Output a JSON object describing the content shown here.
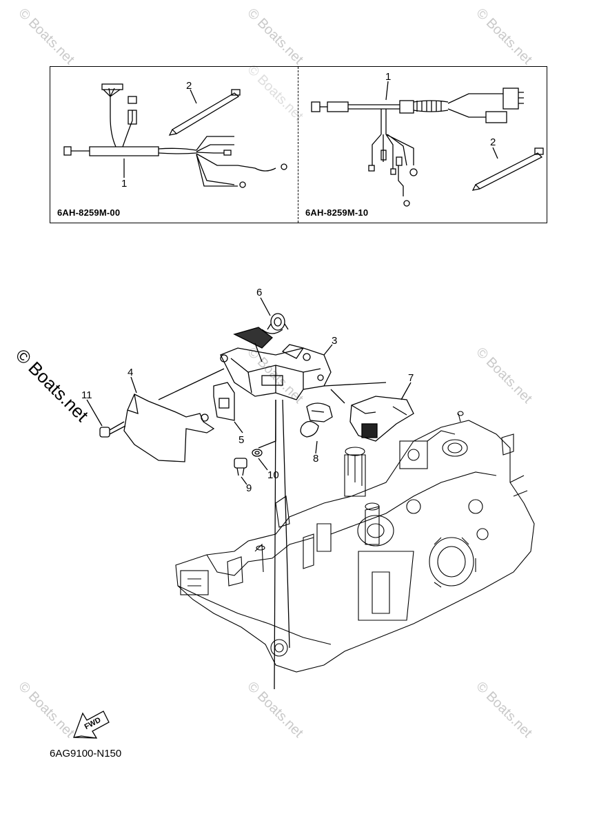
{
  "watermarks": [
    "© Boats.net",
    "© Boats.net",
    "© Boats.net",
    "© Boats.net",
    "© Boats.net",
    "© Boats.net",
    "© Boats.net",
    "© Boats.net",
    "© Boats.net"
  ],
  "side_watermark": "© Boats.net",
  "inset": {
    "left_code": "6AH-8259M-00",
    "right_code": "6AH-8259M-10",
    "left_callouts": [
      "1",
      "2"
    ],
    "right_callouts": [
      "1",
      "2"
    ]
  },
  "callouts": [
    "6",
    "3",
    "4",
    "11",
    "7",
    "5",
    "8",
    "9",
    "10"
  ],
  "fwd_label": "FWD",
  "reference_code": "6AG9100-N150"
}
